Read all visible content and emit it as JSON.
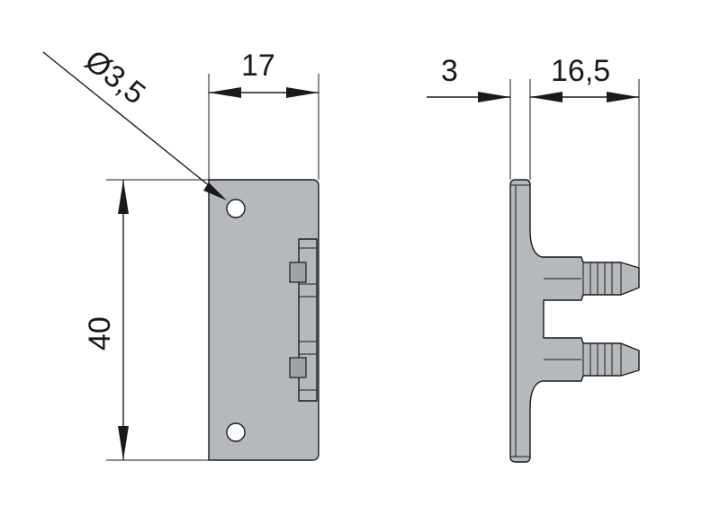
{
  "dimensions": {
    "hole_diameter": "Ø3,5",
    "front_width": "17",
    "front_height": "40",
    "side_thickness": "3",
    "side_depth": "16,5"
  },
  "colors": {
    "part_fill": "#b5b9bd",
    "line": "#1a1a1a",
    "background": "#ffffff"
  }
}
